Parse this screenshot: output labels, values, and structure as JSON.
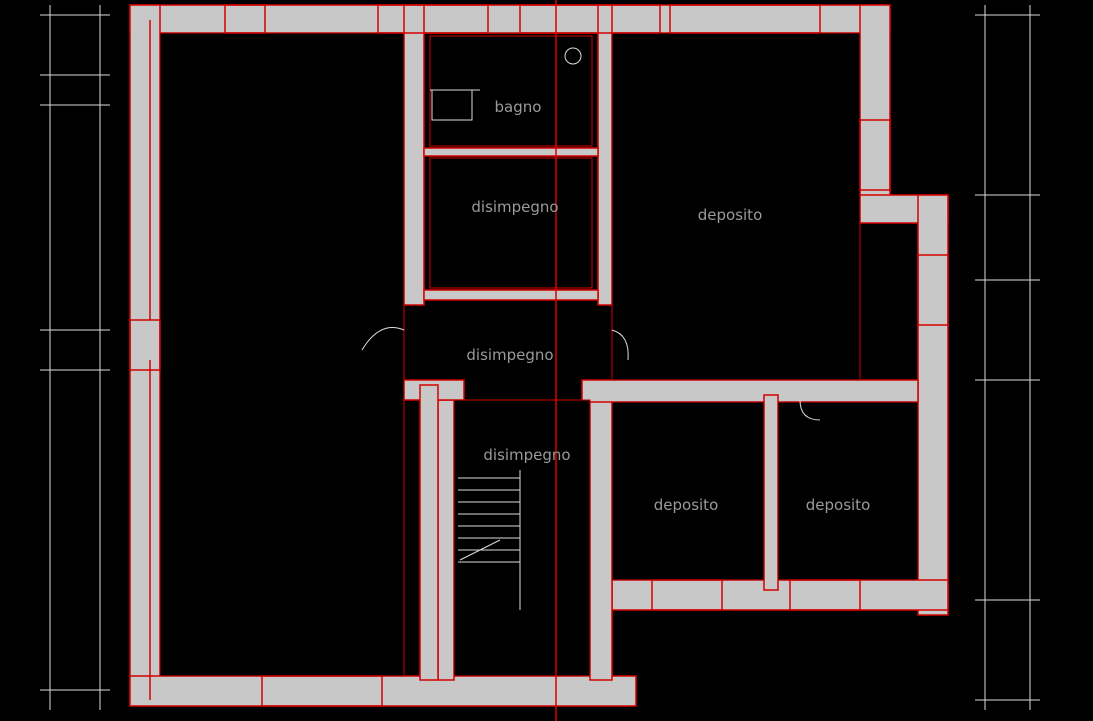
{
  "plan": {
    "type": "architectural floor plan",
    "background_color": "#000000",
    "wall_fill_color": "#c8c8c8",
    "outline_color": "#d40000",
    "line_color": "#e6e6e6"
  },
  "rooms": {
    "bagno": {
      "name": "bagno"
    },
    "disimpegno_top": {
      "name": "disimpegno"
    },
    "deposito_ne": {
      "name": "deposito"
    },
    "disimpegno_center": {
      "name": "disimpegno"
    },
    "disimpegno_stair": {
      "name": "disimpegno"
    },
    "deposito_s1": {
      "name": "deposito"
    },
    "deposito_s2": {
      "name": "deposito"
    }
  }
}
